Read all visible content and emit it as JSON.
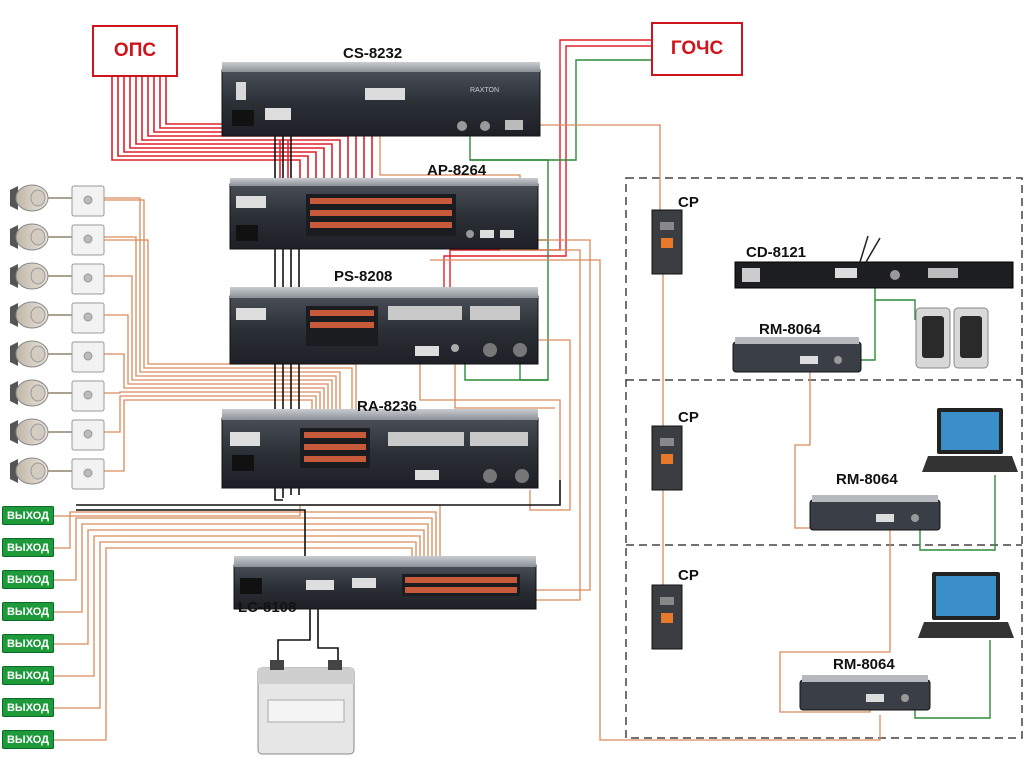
{
  "labels": {
    "ops": "ОПС",
    "gochs": "ГОЧС",
    "cs": "CS-8232",
    "ap": "AP-8264",
    "ps": "PS-8208",
    "ra": "RA-8236",
    "lc": "LC-8108",
    "cd": "CD-8121",
    "rm1": "RM-8064",
    "rm2": "RM-8064",
    "rm3": "RM-8064",
    "cp1": "CP",
    "cp2": "CP",
    "cp3": "CP"
  },
  "exit_signs": [
    "ВЫХОД",
    "ВЫХОД",
    "ВЫХОД",
    "ВЫХОД",
    "ВЫХОД",
    "ВЫХОД",
    "ВЫХОД",
    "ВЫХОД"
  ],
  "speakers_count": 8,
  "colors": {
    "red_wire": "#e0202a",
    "orange_wire": "#e0a070",
    "green_wire": "#2e8b3a",
    "black_wire": "#111111",
    "exit_green": "#1f9a3a",
    "rack_dark": "#2b2f36"
  }
}
